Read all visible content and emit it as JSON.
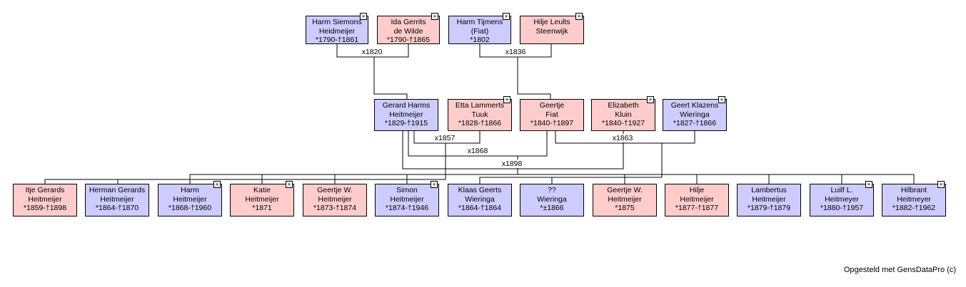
{
  "app": {
    "footer_credit": "Opgesteld met GensDataPro (c)"
  },
  "colors": {
    "male_box_fill": "#ccccff",
    "female_box_fill": "#ffcccc",
    "box_border": "#000000",
    "connector_line": "#000000",
    "background": "#ffffff"
  },
  "icons": {
    "plus": "+"
  },
  "people": {
    "grandparents": [
      {
        "lines": [
          "Harm Siemons",
          "Heidmeijer",
          "*1790-†1861"
        ],
        "color": "blue",
        "expandable": true
      },
      {
        "lines": [
          "Ida Gerrits",
          "de Wilde",
          "*1790-†1865"
        ],
        "color": "pink",
        "expandable": true
      },
      {
        "lines": [
          "Harm Tijmens",
          "(Fiat)",
          "*1802"
        ],
        "color": "blue",
        "expandable": true
      },
      {
        "lines": [
          "Hilje Leults",
          "Steenwijk",
          ""
        ],
        "color": "pink",
        "expandable": true
      }
    ],
    "parents": [
      {
        "lines": [
          "Gerard Harms",
          "Heitmeijer",
          "*1829-†1915"
        ],
        "color": "blue",
        "expandable": false
      },
      {
        "lines": [
          "Etta Lammerts",
          "Tuuk",
          "*1828-†1866"
        ],
        "color": "pink",
        "expandable": true
      },
      {
        "lines": [
          "Geertje",
          "Fiat",
          "*1840-†1897"
        ],
        "color": "pink",
        "expandable": false
      },
      {
        "lines": [
          "Elizabeth",
          "Kluin",
          "*1840-†1927"
        ],
        "color": "pink",
        "expandable": true
      },
      {
        "lines": [
          "Geert Klazens",
          "Wieringa",
          "*1827-†1866"
        ],
        "color": "blue",
        "expandable": true
      }
    ],
    "children": [
      {
        "lines": [
          "Itje Gerards",
          "Heitmeijer",
          "*1859-†1898"
        ],
        "color": "pink",
        "expandable": false
      },
      {
        "lines": [
          "Herman Gerards",
          "Heitmeijer",
          "*1864-†1870"
        ],
        "color": "blue",
        "expandable": false
      },
      {
        "lines": [
          "Harm",
          "Heitmeijer",
          "*1868-†1960"
        ],
        "color": "blue",
        "expandable": true
      },
      {
        "lines": [
          "Katie",
          "Heitmeijer",
          "*1871"
        ],
        "color": "pink",
        "expandable": true
      },
      {
        "lines": [
          "Geertje W.",
          "Heitmeijer",
          "*1873-†1874"
        ],
        "color": "pink",
        "expandable": false
      },
      {
        "lines": [
          "Simon",
          "Heitmeijer",
          "*1874-†1946"
        ],
        "color": "blue",
        "expandable": true
      },
      {
        "lines": [
          "Klaas Geerts",
          "Wieringa",
          "*1864-†1864"
        ],
        "color": "blue",
        "expandable": false
      },
      {
        "lines": [
          "??",
          "Wieringa",
          "*±1866"
        ],
        "color": "blue",
        "expandable": false
      },
      {
        "lines": [
          "Geertje W.",
          "Heitmeijer",
          "*1875"
        ],
        "color": "pink",
        "expandable": false
      },
      {
        "lines": [
          "Hilje",
          "Heitmeijer",
          "*1877-†1877"
        ],
        "color": "pink",
        "expandable": false
      },
      {
        "lines": [
          "Lambertus",
          "Heitmeijer",
          "*1879-†1879"
        ],
        "color": "blue",
        "expandable": false
      },
      {
        "lines": [
          "Luilf L.",
          "Heitmeyer",
          "*1880-†1957"
        ],
        "color": "blue",
        "expandable": true
      },
      {
        "lines": [
          "Hilbrant",
          "Heitmeyer",
          "*1882-†1962"
        ],
        "color": "blue",
        "expandable": true
      }
    ]
  },
  "marriages": [
    {
      "label": "x1820"
    },
    {
      "label": "x1836"
    },
    {
      "label": "x1857"
    },
    {
      "label": "x1868"
    },
    {
      "label": "x1863"
    },
    {
      "label": "x1898"
    }
  ]
}
